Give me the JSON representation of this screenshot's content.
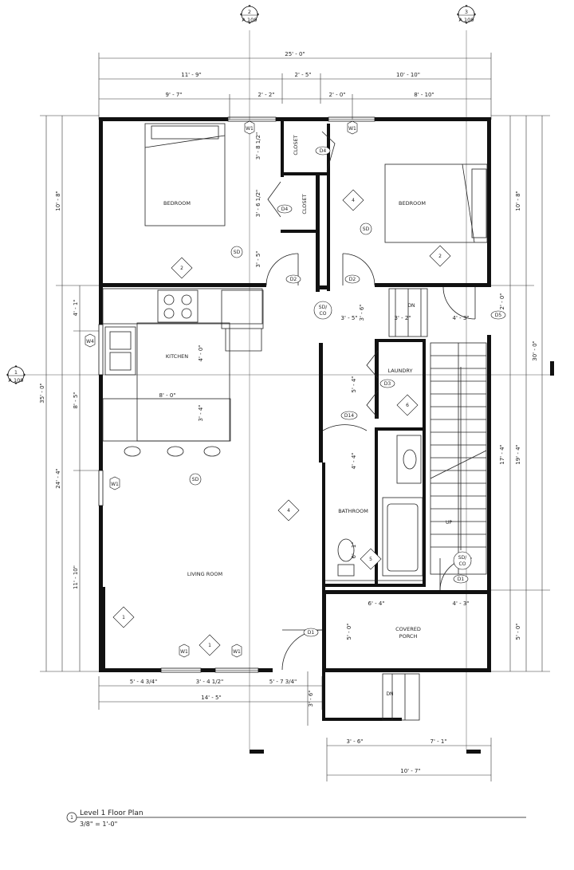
{
  "sections": [
    {
      "num": "2",
      "sheet": "A 109"
    },
    {
      "num": "3",
      "sheet": "A 109"
    },
    {
      "num": "1",
      "sheet": "A 109"
    }
  ],
  "rooms": {
    "bedroom_a": "BEDROOM",
    "bedroom_b": "BEDROOM",
    "closet_a": "CLOSET",
    "closet_b": "CLOSET",
    "kitchen": "KITCHEN",
    "laundry": "LAUNDRY",
    "bathroom": "BATHROOM",
    "living": "LIVING ROOM",
    "porch_line1": "COVERED",
    "porch_line2": "PORCH"
  },
  "tags": {
    "w1": "W1",
    "w4": "W4",
    "d1": "D1",
    "d2": "D2",
    "d3": "D3",
    "d4": "D4",
    "d5": "D5",
    "d14": "D14",
    "sd": "SD",
    "sdco_top": "SD/",
    "sdco_bot": "CO",
    "dn": "DN",
    "up": "UP",
    "n1": "1",
    "n2": "2",
    "n4": "4",
    "n5": "5",
    "n6": "6"
  },
  "dims": {
    "top_total": "25' - 0\"",
    "top_a": "11' - 9\"",
    "top_b": "2' - 5\"",
    "top_c": "10' - 10\"",
    "top_d": "9' - 7\"",
    "top_e": "2' - 2\"",
    "top_f": "2' - 0\"",
    "top_g": "8' - 10\"",
    "left_total": "35' - 0\"",
    "left_a": "10' - 8\"",
    "left_b": "24' - 4\"",
    "left_c": "4' - 1\"",
    "left_d": "8' - 5\"",
    "left_e": "11' - 10\"",
    "right_a": "10' - 8\"",
    "right_total": "30' - 0\"",
    "right_b": "2' - 0\"",
    "right_c": "19' - 4\"",
    "right_d": "17' - 4\"",
    "right_e": "5' - 0\"",
    "closet_a": "3' - 8 1/2\"",
    "closet_b": "3' - 6 1/2\"",
    "closet_c": "3' - 5\"",
    "kitchen_a": "4' - 0\"",
    "kitchen_b": "8' - 0\"",
    "kitchen_c": "3' - 4\"",
    "hall_a": "3' - 5\"",
    "hall_b": "3' - 6\"",
    "hall_c": "3' - 2\"",
    "hall_d": "4' - 3\"",
    "laundry_a": "5' - 4\"",
    "bath_a": "4' - 4\"",
    "bath_b": "6' - 1\"",
    "porch_a": "6' - 4\"",
    "porch_b": "4' - 3\"",
    "porch_c": "5' - 0\"",
    "bot_a": "5' - 4 3/4\"",
    "bot_b": "3' - 4 1/2\"",
    "bot_c": "5' - 7 3/4\"",
    "bot_total": "14' - 5\"",
    "step_a": "3' - 6\"",
    "step_b": "3' - 6\"",
    "step_c": "7' - 1\"",
    "step_total": "10' - 7\""
  },
  "title_block": {
    "number": "1",
    "name": "Level 1 Floor Plan",
    "scale": "3/8\" = 1'-0\""
  }
}
